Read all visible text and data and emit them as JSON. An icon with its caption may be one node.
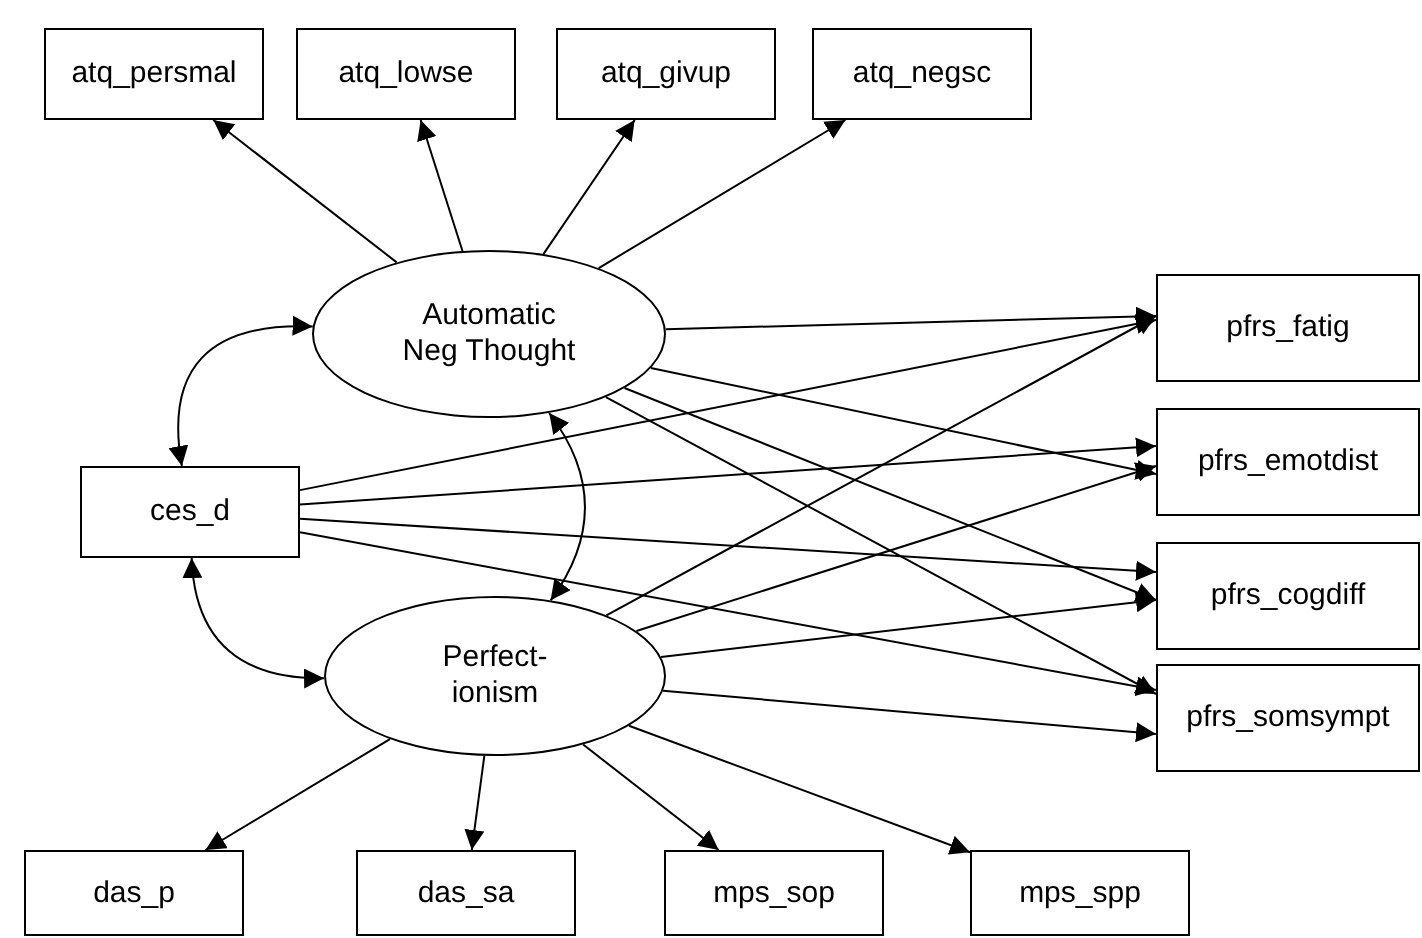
{
  "diagram": {
    "nodes": [
      {
        "text": [
          "atq_persmal"
        ]
      },
      {
        "text": [
          "atq_lowse"
        ]
      },
      {
        "text": [
          "atq_givup"
        ]
      },
      {
        "text": [
          "atq_negsc"
        ]
      },
      {
        "text": [
          "Automatic Neg Thought"
        ]
      },
      {
        "text": [
          "pfrs_fatig"
        ]
      },
      {
        "text": [
          "ces_d"
        ]
      },
      {
        "text": [
          "pfrs_emotdist"
        ]
      },
      {
        "text": [
          "pfrs_cogdiff"
        ]
      },
      {
        "text": [
          "Perfect- ionism"
        ]
      },
      {
        "text": [
          "pfrs_somsympt"
        ]
      },
      {
        "text": [
          "das_p"
        ]
      },
      {
        "text": [
          "das_sa"
        ]
      },
      {
        "text": [
          "mps_sop"
        ]
      },
      {
        "text": [
          "mps_spp"
        ]
      }
    ],
    "edges": [
      {
        "from": 4,
        "to": 0,
        "arrow": "to"
      },
      {
        "from": 4,
        "to": 1,
        "arrow": "to"
      },
      {
        "from": 4,
        "to": 2,
        "arrow": "to"
      },
      {
        "from": 4,
        "to": 3,
        "arrow": "to"
      },
      {
        "from": 4,
        "to": 5,
        "arrow": "to"
      },
      {
        "from": 4,
        "to": 7,
        "arrow": "to"
      },
      {
        "from": 4,
        "to": 8,
        "arrow": "to"
      },
      {
        "from": 4,
        "to": 10,
        "arrow": "to"
      },
      {
        "from": 6,
        "to": 5,
        "arrow": "to"
      },
      {
        "from": 6,
        "to": 7,
        "arrow": "to"
      },
      {
        "from": 6,
        "to": 8,
        "arrow": "to"
      },
      {
        "from": 6,
        "to": 10,
        "arrow": "to"
      },
      {
        "from": 9,
        "to": 5,
        "arrow": "to"
      },
      {
        "from": 9,
        "to": 7,
        "arrow": "to"
      },
      {
        "from": 9,
        "to": 8,
        "arrow": "to"
      },
      {
        "from": 9,
        "to": 10,
        "arrow": "to"
      },
      {
        "from": 9,
        "to": 11,
        "arrow": "to"
      },
      {
        "from": 9,
        "to": 12,
        "arrow": "to"
      },
      {
        "from": 9,
        "to": 13,
        "arrow": "to"
      },
      {
        "from": 9,
        "to": 14,
        "arrow": "to"
      },
      {
        "from": 4,
        "to": 6,
        "arrow": "both"
      },
      {
        "from": 4,
        "to": 9,
        "arrow": "both"
      },
      {
        "from": 6,
        "to": 9,
        "arrow": "both"
      }
    ]
  }
}
